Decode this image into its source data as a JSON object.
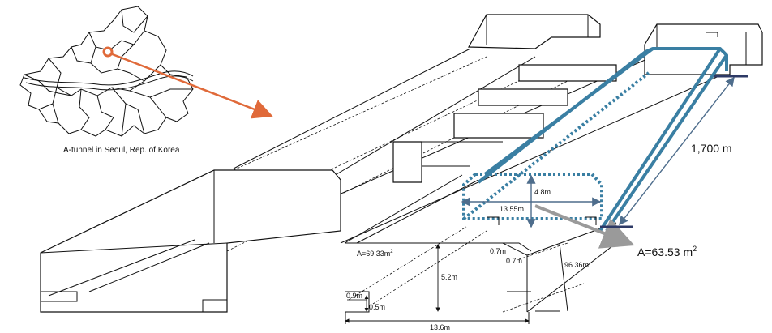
{
  "map": {
    "caption": "A-tunnel in Seoul, Rep. of Korea",
    "marker_color": "#e06a3a"
  },
  "labels": {
    "length": "1,700 m",
    "area_main": "A=63.53 m",
    "area_main_sup": "2",
    "area_old": "A=69.33m",
    "area_old_sup": "2",
    "height_new": "4.8m",
    "width_new": "13.55m",
    "height_old": "5.2m",
    "width_old": "13.6m",
    "chamfer_a": "0.7m",
    "chamfer_b": "0.7m",
    "curb_height": "0.9m",
    "curb_width": "0.5m",
    "perimeter": "96.36m"
  },
  "colors": {
    "tunnel_blue": "#3a7fa3",
    "dimension": "#4e6d8c",
    "arrow_gray": "#9a9a9a"
  }
}
